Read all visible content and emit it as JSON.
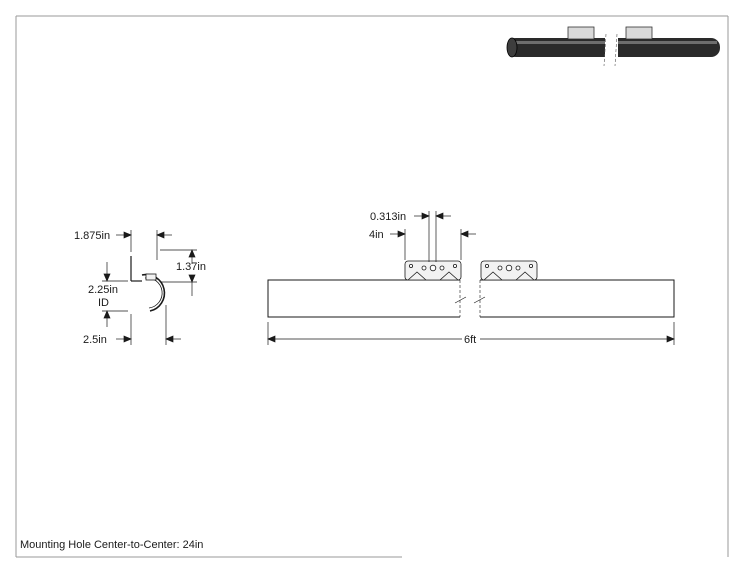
{
  "drawing": {
    "dimensions": {
      "flange_width": "1.875in",
      "flange_height": "1.37in",
      "inner_diameter": "2.25in",
      "inner_diameter_suffix": "ID",
      "outer_width": "2.5in",
      "hole_spacing": "0.313in",
      "bracket_offset": "4in",
      "overall_length": "6ft"
    },
    "note": "Mounting Hole Center-to-Center: 24in"
  },
  "colors": {
    "line": "#1a1a1a",
    "tube_dark": "#222222",
    "bracket_fill": "#f2f2f2"
  }
}
